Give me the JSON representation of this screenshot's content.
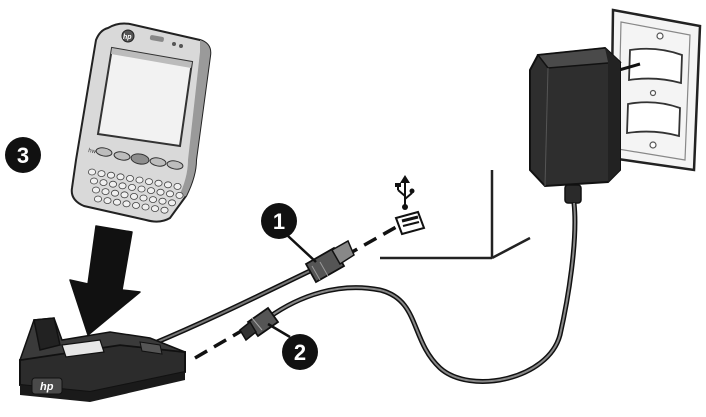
{
  "callouts": [
    {
      "number": "1",
      "target": "usb-connector"
    },
    {
      "number": "2",
      "target": "power-plug"
    },
    {
      "number": "3",
      "target": "pda-device"
    }
  ],
  "device": {
    "logo": "hp",
    "model_label": "hw"
  },
  "cradle": {
    "logo": "hp"
  },
  "icons": {
    "usb_port": "usb-symbol-icon",
    "arrow": "insert-down-arrow-icon"
  },
  "colors": {
    "ink": "#1a1a1a",
    "line": "#222222",
    "device_body": "#d9d9d9",
    "screen": "#f2f2f2",
    "adapter": "#2e2e2e",
    "outlet_plate": "#f4f4f4",
    "background": "#ffffff"
  }
}
